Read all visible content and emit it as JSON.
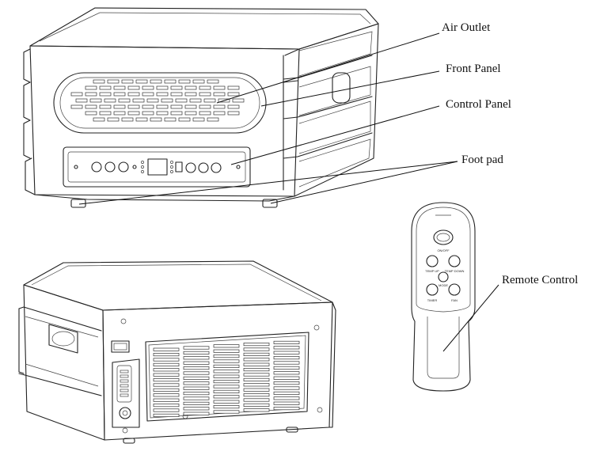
{
  "labels": {
    "air_outlet": "Air Outlet",
    "front_panel": "Front Panel",
    "control_panel": "Control Panel",
    "foot_pad": "Foot pad",
    "remote_control": "Remote Control"
  },
  "remote_buttons": {
    "power": "ON/OFF",
    "temp_up": "TEMP UP",
    "temp_down": "TEMP DOWN",
    "mode": "MODE",
    "timer": "TIMER",
    "fan": "FAN"
  },
  "colors": {
    "line": "#222222",
    "background": "#ffffff"
  }
}
